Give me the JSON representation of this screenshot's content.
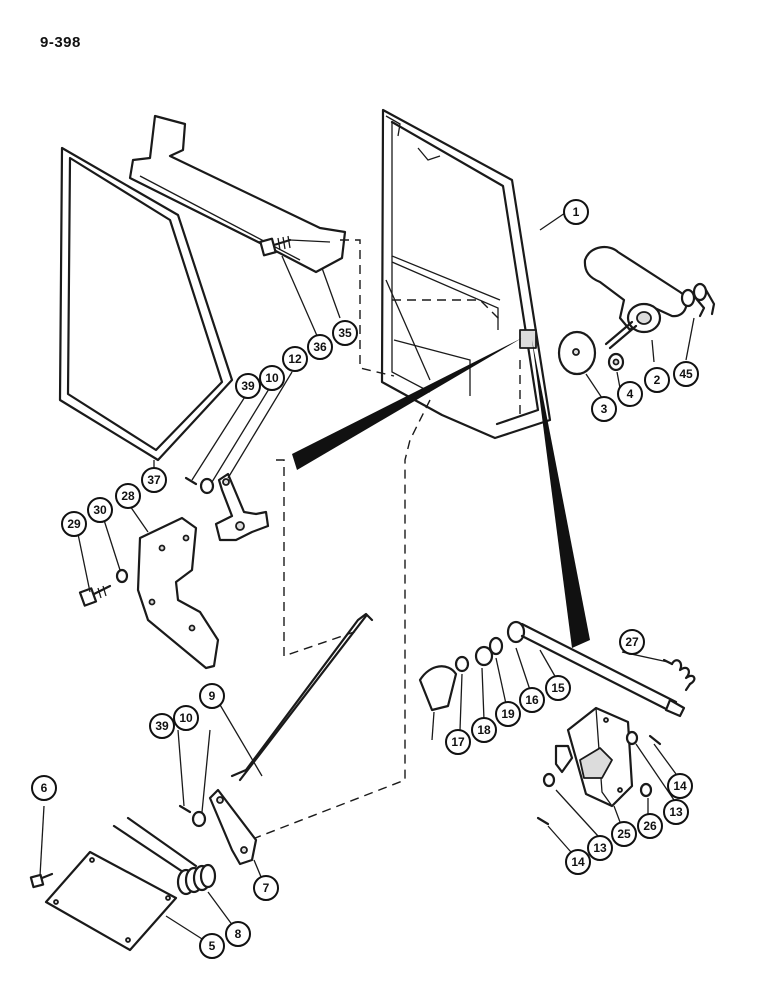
{
  "page_number": "9-398",
  "callouts": [
    {
      "id": "c1",
      "label": "1"
    },
    {
      "id": "c2",
      "label": "2"
    },
    {
      "id": "c3",
      "label": "3"
    },
    {
      "id": "c4",
      "label": "4"
    },
    {
      "id": "c45",
      "label": "45"
    },
    {
      "id": "c35",
      "label": "35"
    },
    {
      "id": "c36",
      "label": "36"
    },
    {
      "id": "c12",
      "label": "12"
    },
    {
      "id": "c10a",
      "label": "10"
    },
    {
      "id": "c39a",
      "label": "39"
    },
    {
      "id": "c37",
      "label": "37"
    },
    {
      "id": "c28",
      "label": "28"
    },
    {
      "id": "c30",
      "label": "30"
    },
    {
      "id": "c29",
      "label": "29"
    },
    {
      "id": "c27",
      "label": "27"
    },
    {
      "id": "c15",
      "label": "15"
    },
    {
      "id": "c16",
      "label": "16"
    },
    {
      "id": "c19",
      "label": "19"
    },
    {
      "id": "c18",
      "label": "18"
    },
    {
      "id": "c17",
      "label": "17"
    },
    {
      "id": "c14a",
      "label": "14"
    },
    {
      "id": "c13a",
      "label": "13"
    },
    {
      "id": "c26",
      "label": "26"
    },
    {
      "id": "c25",
      "label": "25"
    },
    {
      "id": "c13b",
      "label": "13"
    },
    {
      "id": "c14b",
      "label": "14"
    },
    {
      "id": "c9",
      "label": "9"
    },
    {
      "id": "c10b",
      "label": "10"
    },
    {
      "id": "c39b",
      "label": "39"
    },
    {
      "id": "c6",
      "label": "6"
    },
    {
      "id": "c8",
      "label": "8"
    },
    {
      "id": "c7",
      "label": "7"
    },
    {
      "id": "c5",
      "label": "5"
    }
  ]
}
